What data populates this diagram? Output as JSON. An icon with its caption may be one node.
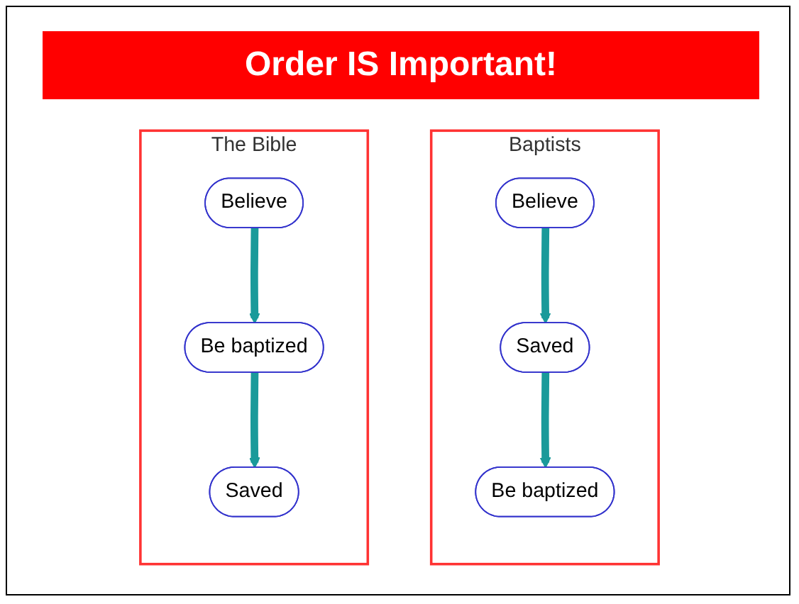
{
  "diagram": {
    "title": "Order IS Important!",
    "nodes": [
      {
        "text": [
          "The Bible"
        ]
      },
      {
        "text": [
          "Believe"
        ],
        "in": 0
      },
      {
        "text": [
          "Be baptized"
        ],
        "in": 0
      },
      {
        "text": [
          "Saved"
        ],
        "in": 0
      },
      {
        "text": [
          "Baptists"
        ]
      },
      {
        "text": [
          "Believe"
        ],
        "in": 4
      },
      {
        "text": [
          "Saved"
        ],
        "in": 4
      },
      {
        "text": [
          "Be baptized"
        ],
        "in": 4
      }
    ],
    "edges": [
      {
        "from": 1,
        "to": 2,
        "arrow": "to"
      },
      {
        "from": 2,
        "to": 3,
        "arrow": "to"
      },
      {
        "from": 5,
        "to": 6,
        "arrow": "to"
      },
      {
        "from": 6,
        "to": 7,
        "arrow": "to"
      }
    ]
  }
}
